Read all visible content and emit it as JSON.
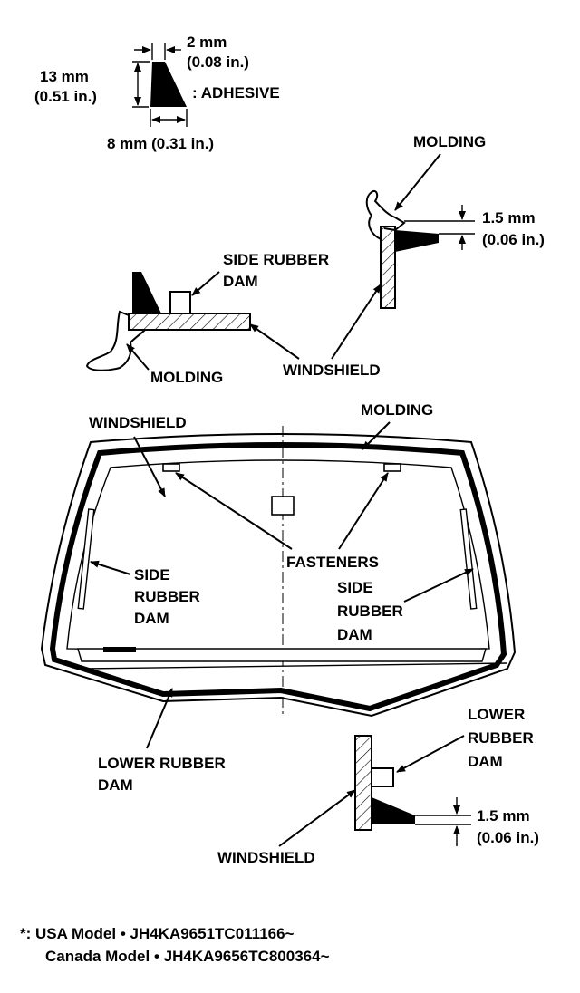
{
  "adhesive_spec": {
    "width_top_mm": "2 mm",
    "width_top_in": "(0.08 in.)",
    "height_mm": "13 mm",
    "height_in": "(0.51 in.)",
    "label": ": ADHESIVE",
    "base_width": "8 mm (0.31 in.)"
  },
  "top_right_detail": {
    "molding_label": "MOLDING",
    "gap_mm": "1.5 mm",
    "gap_in": "(0.06 in.)"
  },
  "top_left_detail": {
    "side_dam_line1": "SIDE RUBBER",
    "side_dam_line2": "DAM",
    "molding_label": "MOLDING",
    "windshield_label": "WINDSHIELD"
  },
  "main_view": {
    "windshield_label": "WINDSHIELD",
    "molding_label": "MOLDING",
    "fasteners_label": "FASTENERS",
    "left_side_dam": [
      "SIDE",
      "RUBBER",
      "DAM"
    ],
    "right_side_dam": [
      "SIDE",
      "RUBBER",
      "DAM"
    ],
    "lower_dam_line1": "LOWER RUBBER",
    "lower_dam_line2": "DAM"
  },
  "bottom_right_detail": {
    "lower_dam": [
      "LOWER",
      "RUBBER",
      "DAM"
    ],
    "gap_mm": "1.5 mm",
    "gap_in": "(0.06 in.)",
    "windshield_label": "WINDSHIELD"
  },
  "footnote": {
    "line1": "*: USA Model • JH4KA9651TC011166~",
    "line2": "Canada Model • JH4KA9656TC800364~"
  }
}
